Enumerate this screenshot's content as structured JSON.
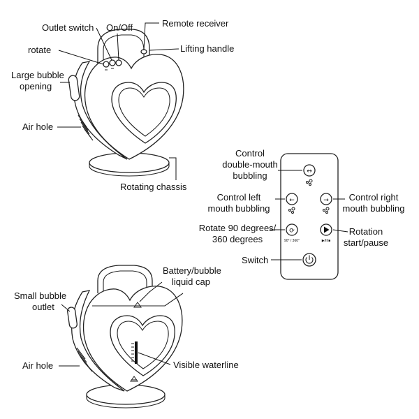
{
  "top_device": {
    "labels": {
      "outlet_switch": "Outlet switch",
      "on_off": "On/Off",
      "remote_receiver": "Remote receiver",
      "lifting_handle": "Lifting handle",
      "rotate": "rotate",
      "large_bubble_line1": "Large bubble",
      "large_bubble_line2": "opening",
      "air_hole": "Air hole",
      "rotating_chassis": "Rotating chassis"
    }
  },
  "remote": {
    "labels": {
      "double_mouth_line1": "Control",
      "double_mouth_line2": "double-mouth",
      "double_mouth_line3": "bubbling",
      "left_mouth_line1": "Control left",
      "left_mouth_line2": "mouth bubbling",
      "right_mouth_line1": "Control right",
      "right_mouth_line2": "mouth bubbling",
      "rotate_line1": "Rotate 90 degrees/",
      "rotate_line2": "360 degrees",
      "rotation_line1": "Rotation",
      "rotation_line2": "start/pause",
      "switch": "Switch"
    },
    "button_text": {
      "rotate_small": "90° / 360°",
      "play_small": "▶/II/■"
    }
  },
  "bottom_device": {
    "labels": {
      "battery_line1": "Battery/bubble",
      "battery_line2": "liquid cap",
      "small_bubble_line1": "Small bubble",
      "small_bubble_line2": "outlet",
      "air_hole": "Air hole",
      "visible_waterline": "Visible waterline"
    }
  },
  "icons": {
    "power": "power-icon",
    "left_arrow": "left-arrow-icon",
    "right_arrow": "right-arrow-icon",
    "double_arrow": "double-arrow-icon",
    "rotate": "rotate-icon",
    "play": "play-icon",
    "bubbles": "bubbles-icon"
  }
}
